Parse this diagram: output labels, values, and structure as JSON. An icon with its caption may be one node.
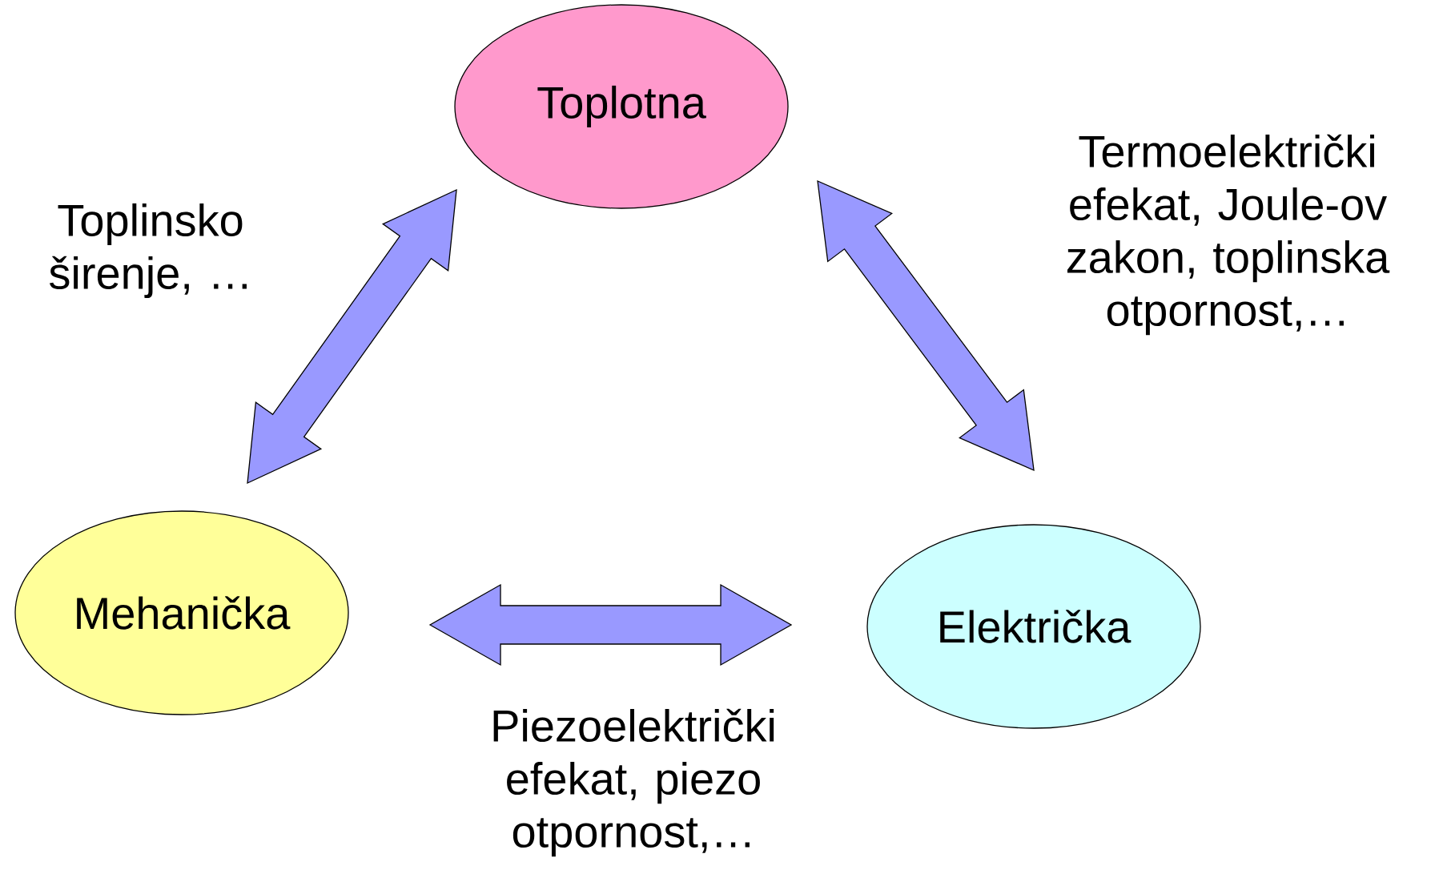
{
  "diagram": {
    "nodes": [
      {
        "text": [
          "Toplotna"
        ]
      },
      {
        "text": [
          "Mehanička"
        ]
      },
      {
        "text": [
          "Električka"
        ]
      }
    ],
    "edges": [
      {
        "from": 1,
        "to": 0,
        "arrow": "both",
        "label": "Toplinsko širenje, …"
      },
      {
        "from": 0,
        "to": 2,
        "arrow": "both",
        "label": "Termoelektrički efekat, Joule-ov zakon, toplinska otpornost,…"
      },
      {
        "from": 1,
        "to": 2,
        "arrow": "both",
        "label": "Piezoelektrički efekat, piezo otpornost,…"
      }
    ]
  }
}
